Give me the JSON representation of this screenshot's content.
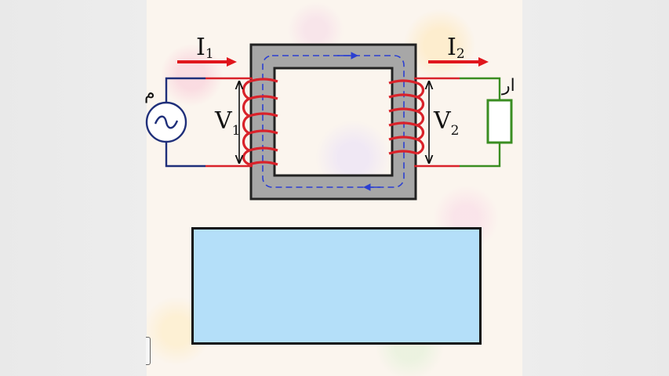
{
  "diagram": {
    "current_primary": {
      "letter": "I",
      "sub": "1"
    },
    "current_secondary": {
      "letter": "I",
      "sub": "2"
    },
    "voltage_primary": {
      "letter": "V",
      "sub": "1"
    },
    "voltage_secondary": {
      "letter": "V",
      "sub": "2"
    },
    "source_label_fragment": "م",
    "load_label_fragment": "ار"
  },
  "colors": {
    "core_fill": "#a7a7a7",
    "winding": "#d9222a",
    "primary_wire": "#1f2f7a",
    "secondary_wire": "#3a8d21",
    "flux": "#2b3fd1",
    "answer_box": "#b4dff9"
  }
}
